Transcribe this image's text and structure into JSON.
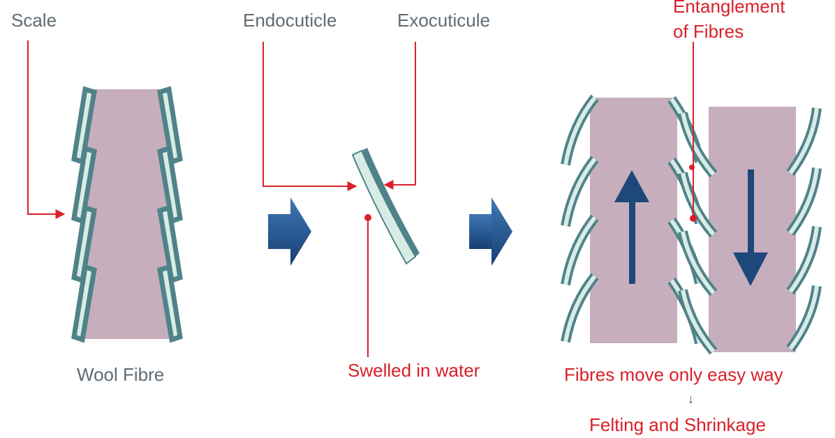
{
  "labels": {
    "scale": "Scale",
    "endocuticle": "Endocuticle",
    "exocuticule": "Exocuticule",
    "entanglement_line1": "Entanglement",
    "entanglement_line2": "of Fibres",
    "wool_fibre": "Wool Fibre",
    "swelled": "Swelled in water",
    "fibres_move": "Fibres move only easy way",
    "felting": "Felting and Shrinkage"
  },
  "icons": {
    "process_arrow": "right-block-arrow",
    "direction_up": "up-arrow",
    "direction_down": "down-arrow",
    "small_down": "↓"
  },
  "colors": {
    "fibre": "#c6aebd",
    "scale_dark": "#4f8389",
    "scale_light": "#d8ece6",
    "callout": "#d9202a",
    "process_arrow": "#1f4f8a",
    "direction_arrow": "#1e477a",
    "label_gray": "#5f6b73"
  }
}
